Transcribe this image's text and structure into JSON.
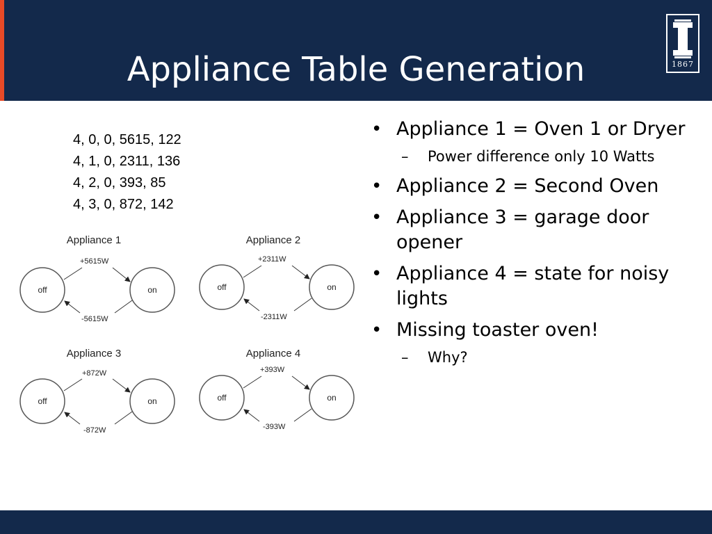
{
  "slide": {
    "title": "Appliance Table Generation",
    "logo_year": "1867"
  },
  "data_lines": [
    "4, 0, 0, 5615, 122",
    "4, 1, 0, 2311, 136",
    "4, 2, 0, 393, 85",
    "4, 3, 0, 872, 142"
  ],
  "diagrams": [
    {
      "title": "Appliance 1",
      "off": "off",
      "on": "on",
      "plus": "+5615W",
      "minus": "-5615W"
    },
    {
      "title": "Appliance 2",
      "off": "off",
      "on": "on",
      "plus": "+2311W",
      "minus": "-2311W"
    },
    {
      "title": "Appliance 3",
      "off": "off",
      "on": "on",
      "plus": "+872W",
      "minus": "-872W"
    },
    {
      "title": "Appliance 4",
      "off": "off",
      "on": "on",
      "plus": "+393W",
      "minus": "-393W"
    }
  ],
  "bullets": [
    {
      "text": "Appliance 1 = Oven 1 or Dryer",
      "sub": [
        "Power difference only 10 Watts"
      ]
    },
    {
      "text": "Appliance 2 = Second Oven",
      "sub": []
    },
    {
      "text": "Appliance 3 = garage door opener",
      "sub": []
    },
    {
      "text": "Appliance 4 = state for noisy lights",
      "sub": []
    },
    {
      "text": "Missing toaster oven!",
      "sub": [
        "Why?"
      ]
    }
  ]
}
